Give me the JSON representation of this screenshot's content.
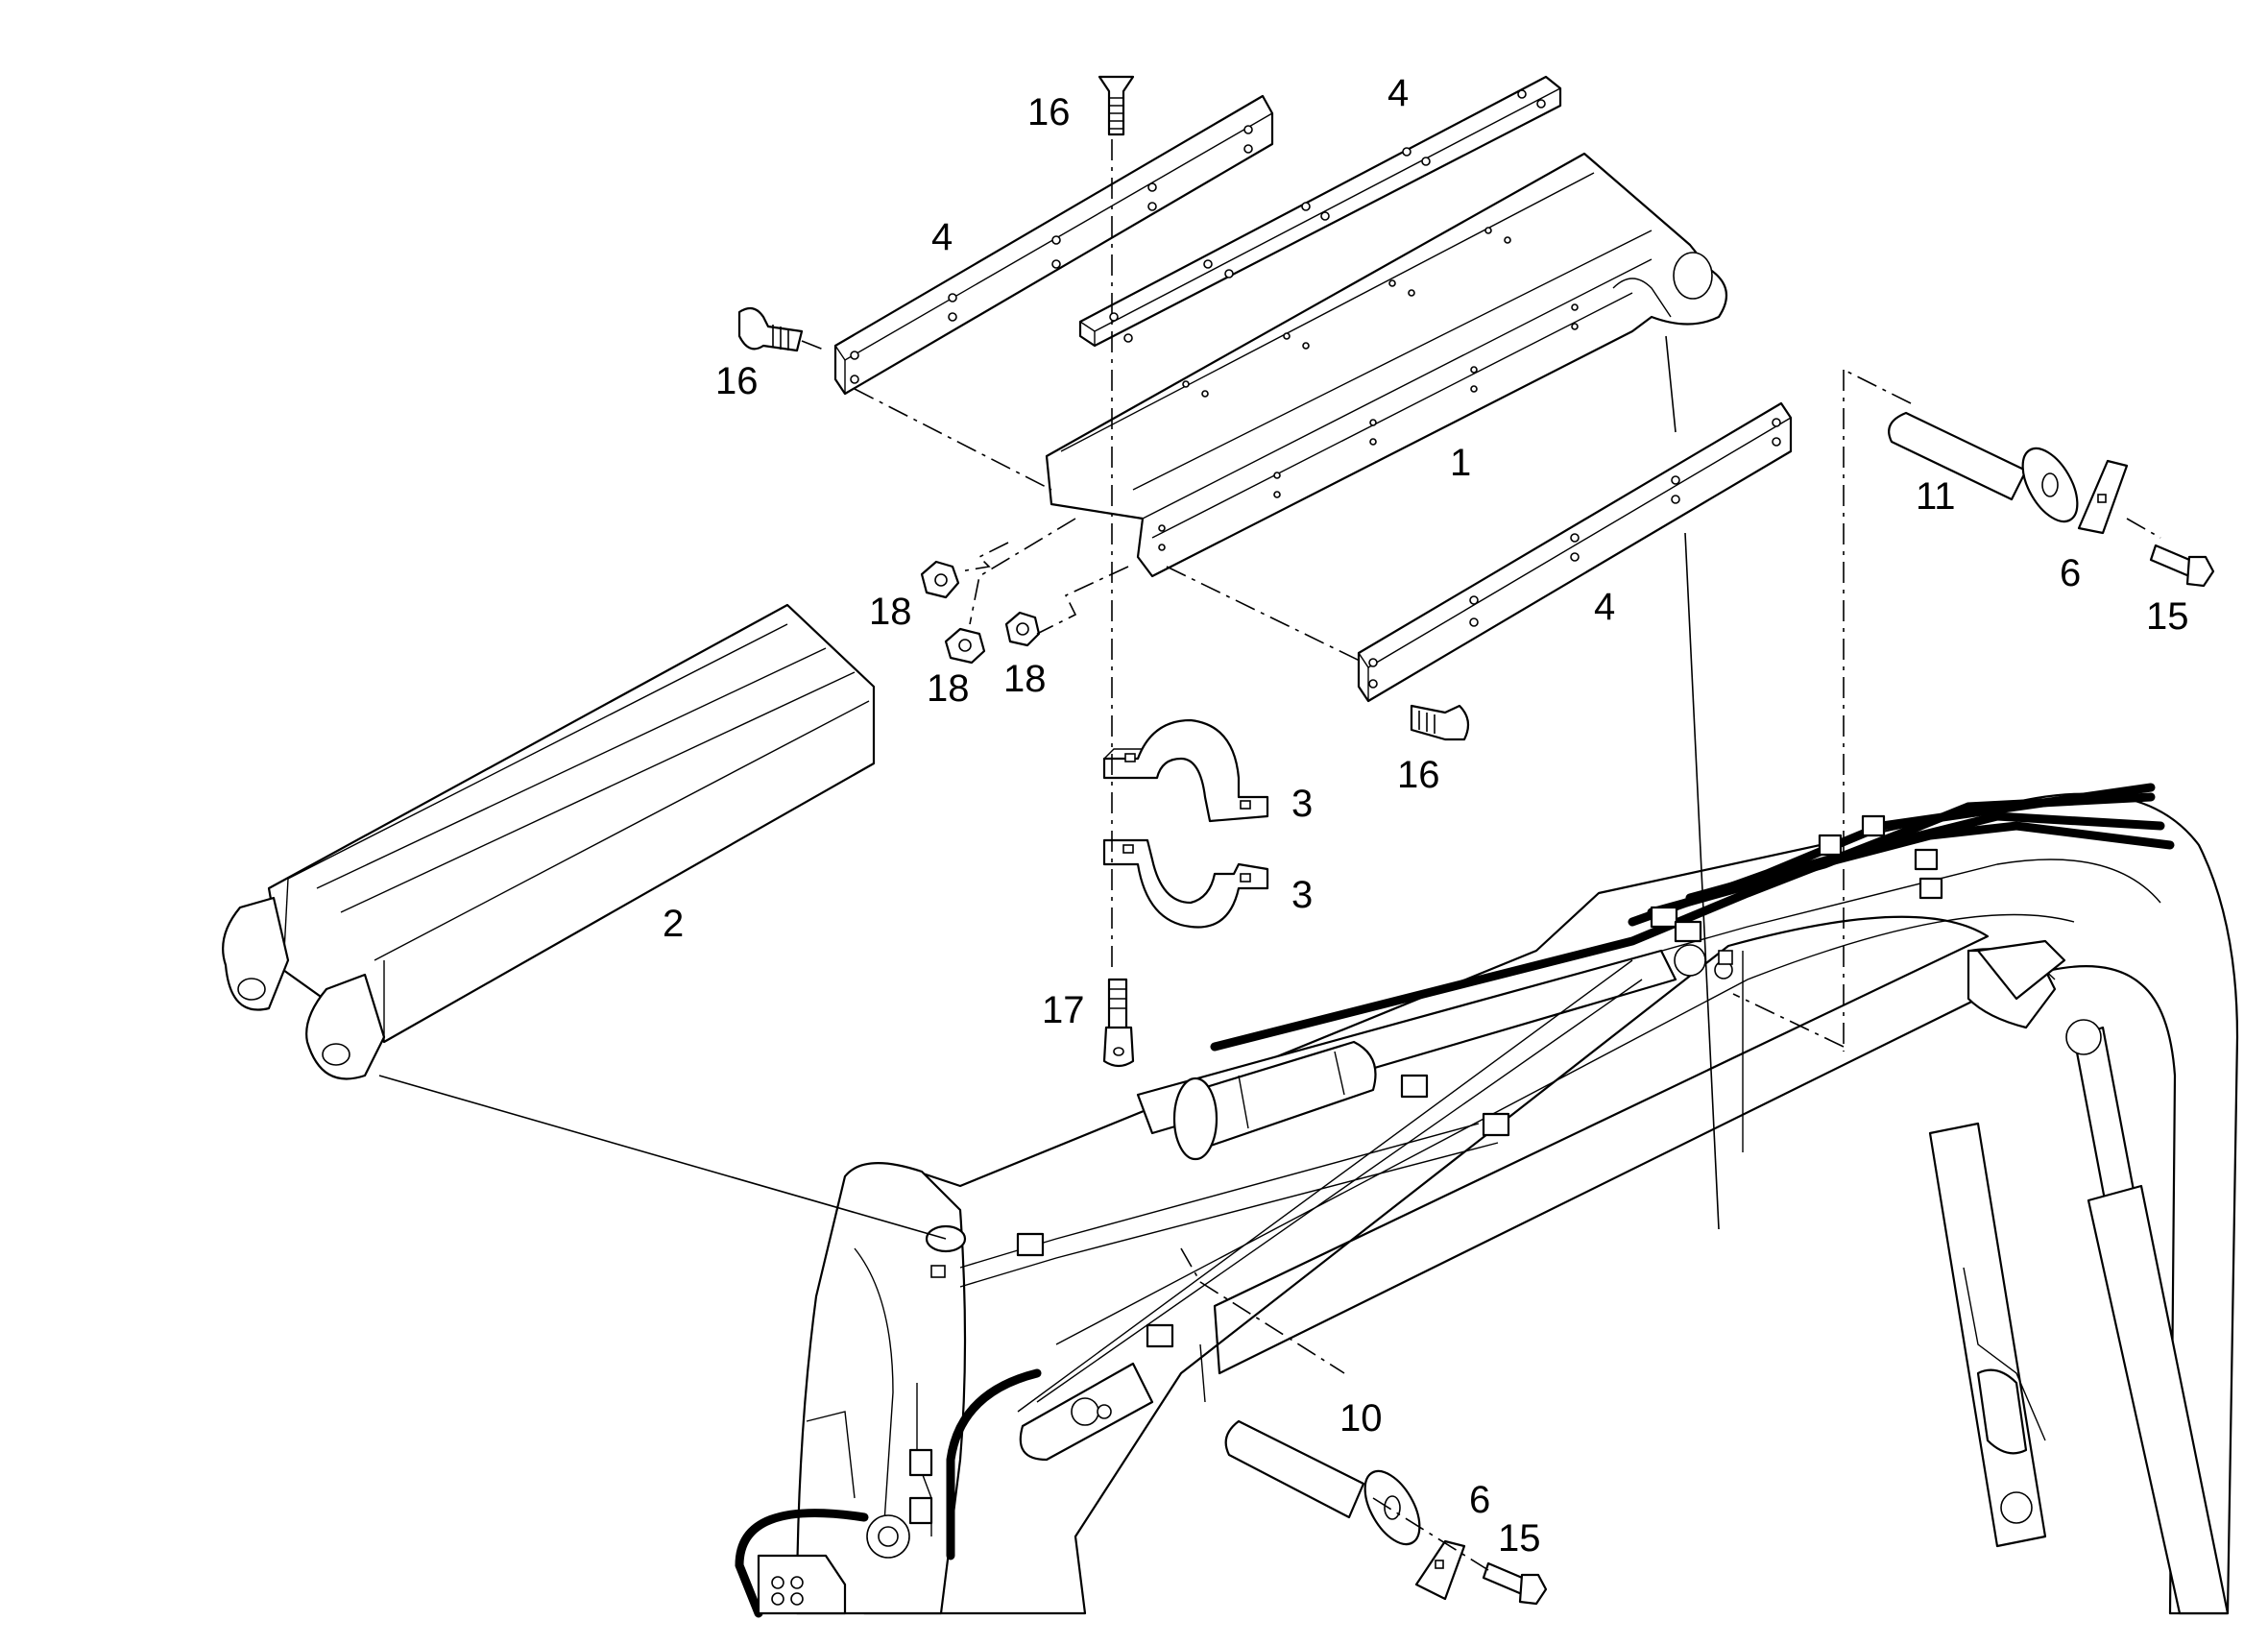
{
  "callouts": [
    {
      "id": "c1",
      "text": "1"
    },
    {
      "id": "c2",
      "text": "2"
    },
    {
      "id": "c3a",
      "text": "3"
    },
    {
      "id": "c3b",
      "text": "3"
    },
    {
      "id": "c4a",
      "text": "4"
    },
    {
      "id": "c4b",
      "text": "4"
    },
    {
      "id": "c4c",
      "text": "4"
    },
    {
      "id": "c6a",
      "text": "6"
    },
    {
      "id": "c6b",
      "text": "6"
    },
    {
      "id": "c10",
      "text": "10"
    },
    {
      "id": "c11",
      "text": "11"
    },
    {
      "id": "c15a",
      "text": "15"
    },
    {
      "id": "c15b",
      "text": "15"
    },
    {
      "id": "c16a",
      "text": "16"
    },
    {
      "id": "c16b",
      "text": "16"
    },
    {
      "id": "c16c",
      "text": "16"
    },
    {
      "id": "c17",
      "text": "17"
    },
    {
      "id": "c18a",
      "text": "18"
    },
    {
      "id": "c18b",
      "text": "18"
    },
    {
      "id": "c18c",
      "text": "18"
    }
  ]
}
